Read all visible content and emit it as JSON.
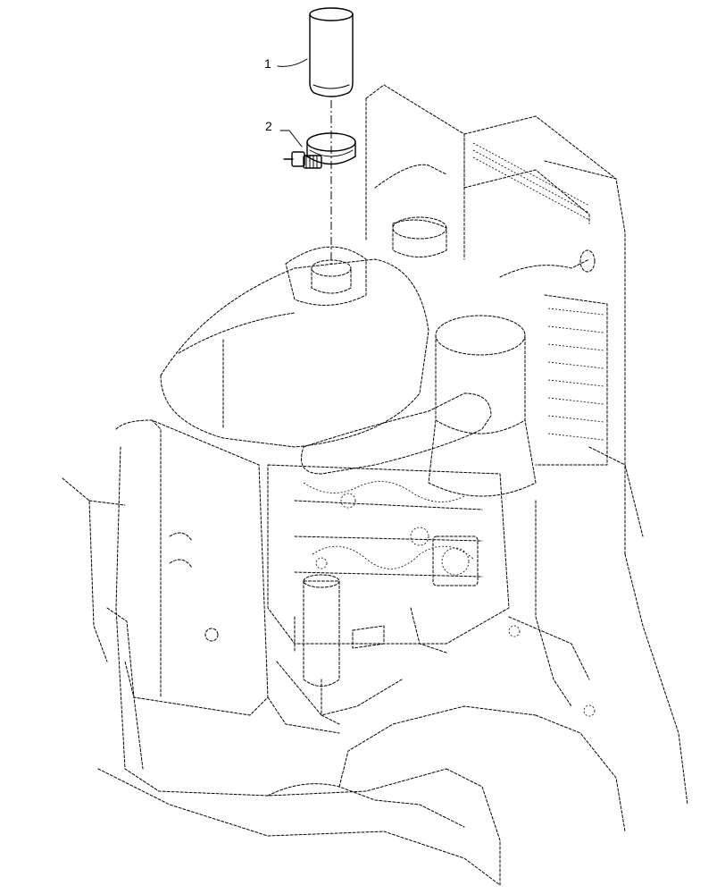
{
  "callouts": [
    {
      "number": "1",
      "part": "exhaust-pipe-extension"
    },
    {
      "number": "2",
      "part": "exhaust-clamp"
    }
  ]
}
